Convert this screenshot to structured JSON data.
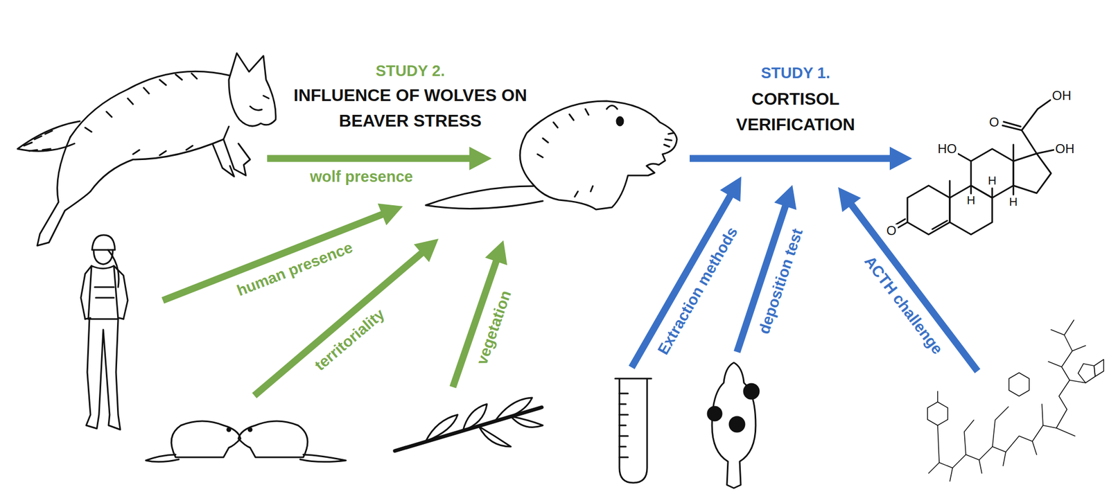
{
  "diagram": {
    "labels": [
      "STUDY 2.",
      "INFLUENCE OF WOLVES ON BEAVER STRESS",
      "STUDY 1.",
      "CORTISOL VERIFICATION",
      "wolf presence",
      "human presence",
      "territoriality",
      "vegetation",
      "Extraction methods",
      "deposition test",
      "ACTH challenge",
      "OH",
      "O",
      "OH",
      "HO",
      "H",
      "H",
      "H",
      "O"
    ]
  }
}
